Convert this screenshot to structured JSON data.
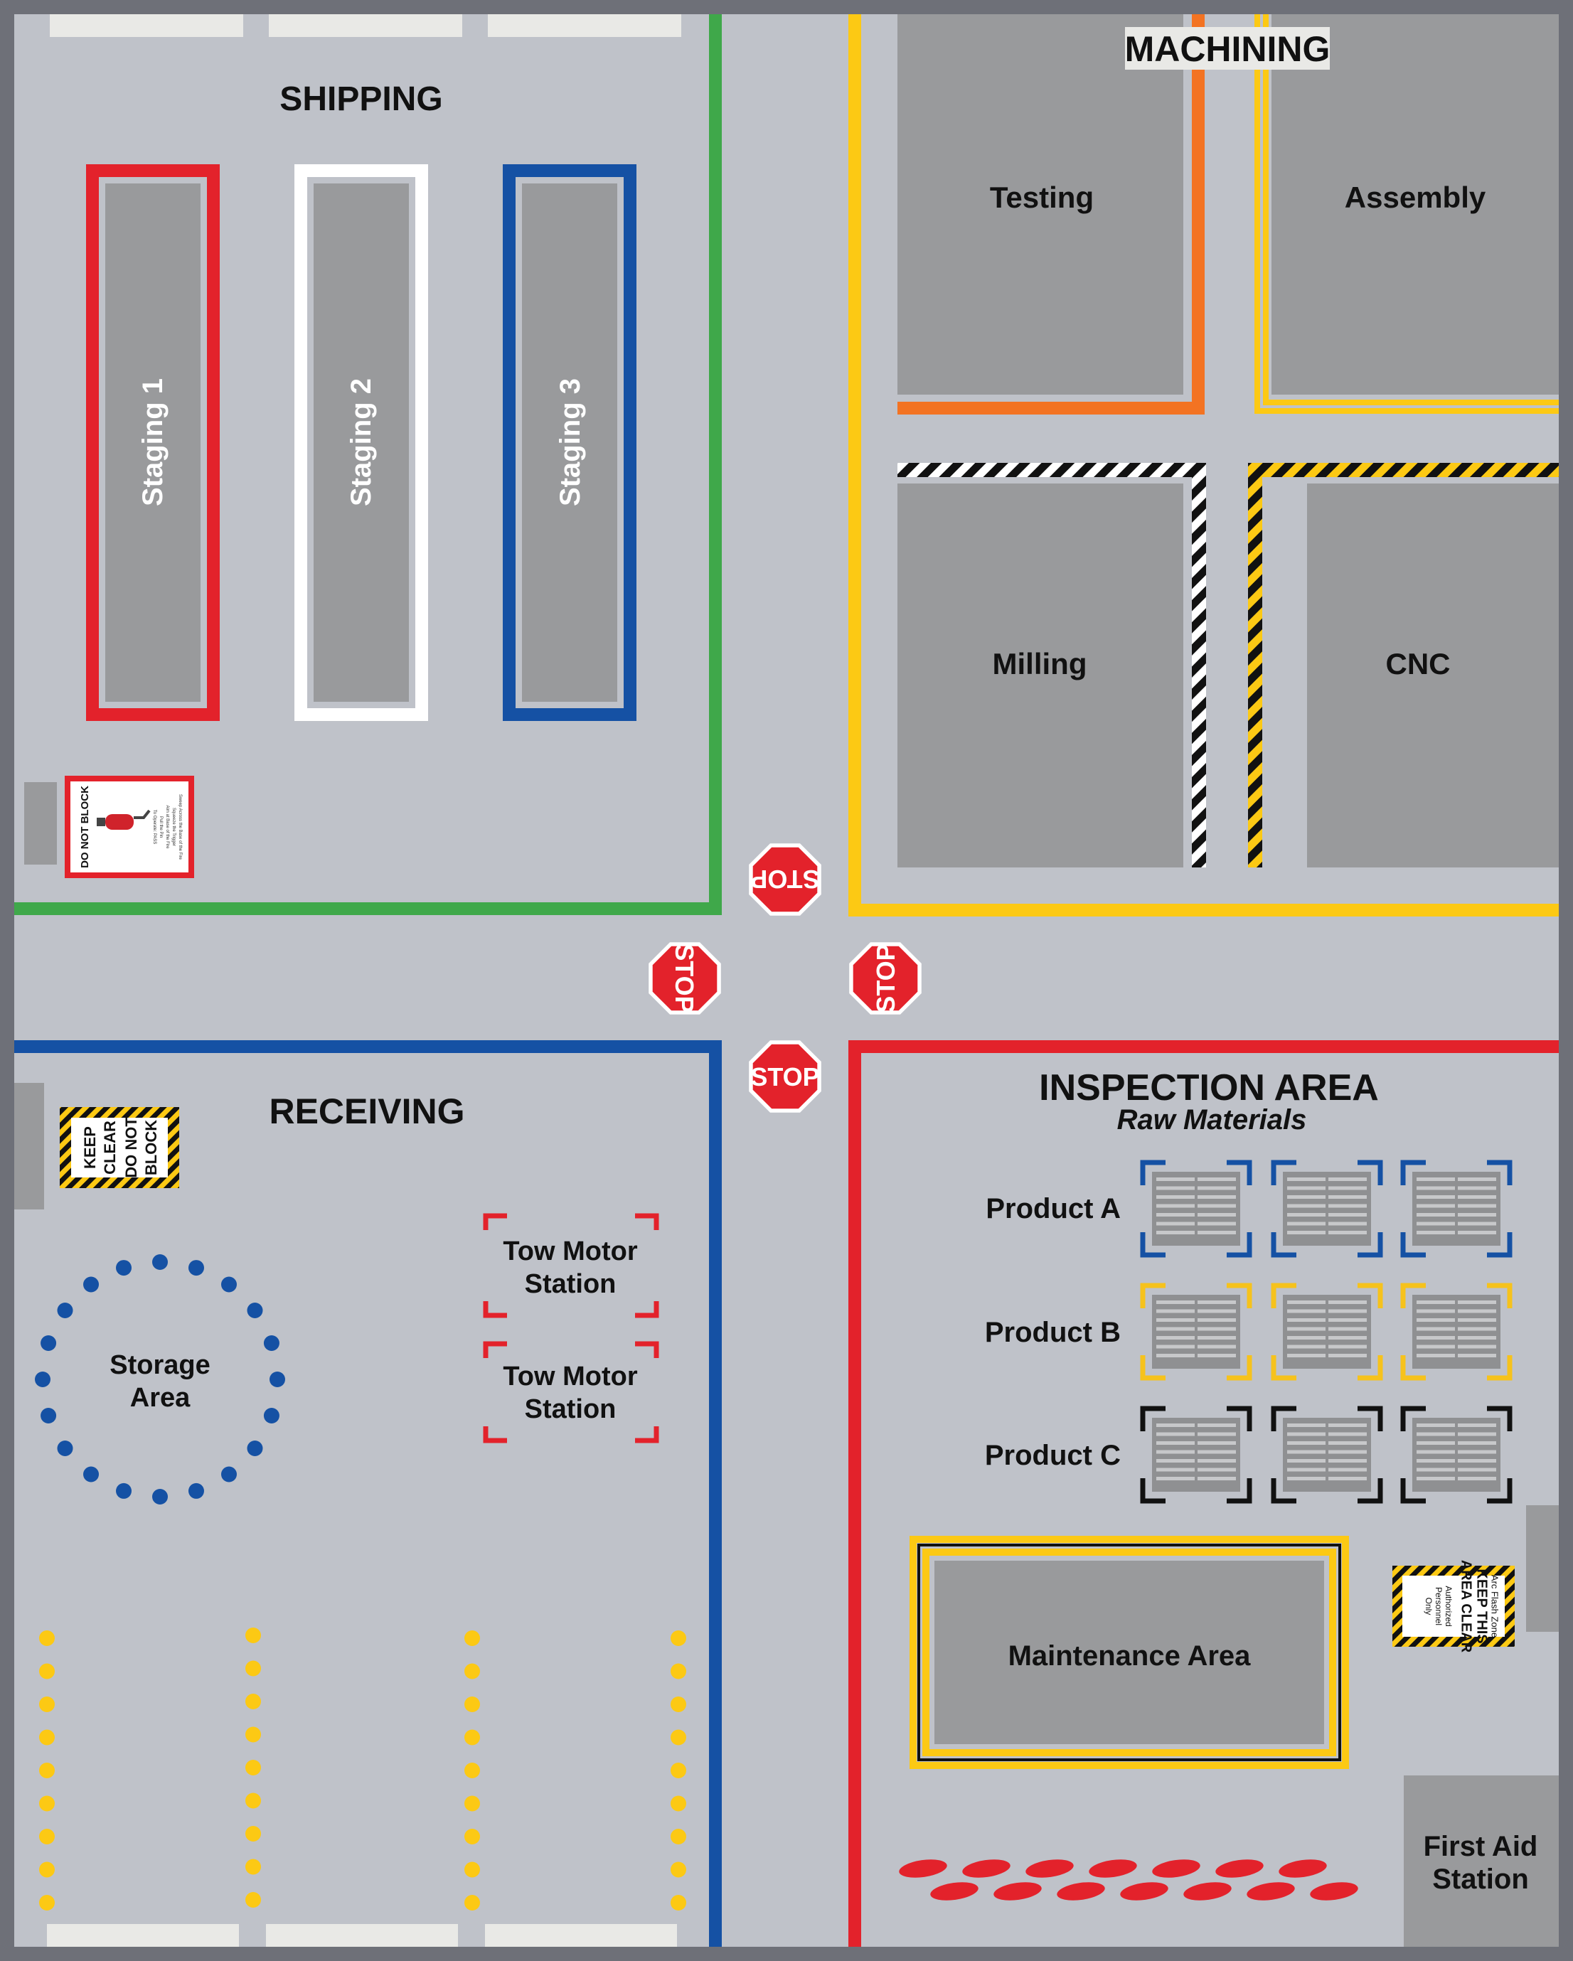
{
  "zones": {
    "shipping": "SHIPPING",
    "machining": "MACHINING",
    "receiving": "RECEIVING",
    "inspection": "INSPECTION AREA",
    "inspection_sub": "Raw Materials"
  },
  "staging": [
    "Staging 1",
    "Staging 2",
    "Staging 3"
  ],
  "machining_rooms": {
    "testing": "Testing",
    "assembly": "Assembly",
    "milling": "Milling",
    "cnc": "CNC"
  },
  "stop_label": "STOP",
  "extinguisher_sign": {
    "label": "DO NOT BLOCK",
    "fine_print": [
      "To Operate: PASS",
      "Pull the Pin",
      "Aim at Base of the Fire",
      "Squeeze the Trigger",
      "Sweep Across the Base of the Fire"
    ]
  },
  "keep_clear_sign": [
    "KEEP",
    "CLEAR",
    "DO NOT",
    "BLOCK"
  ],
  "tow_motor": [
    "Tow Motor",
    "Station"
  ],
  "storage": [
    "Storage",
    "Area"
  ],
  "products": [
    "Product A",
    "Product B",
    "Product C"
  ],
  "maintenance": "Maintenance Area",
  "arc_flash_sign": [
    "Arc Flash Zone",
    "KEEP THIS",
    "AREA CLEAR",
    "Authorized",
    "Personnel",
    "Only"
  ],
  "first_aid": [
    "First Aid",
    "Station"
  ],
  "colors": {
    "floor": "#bfc2c9",
    "pad": "#999a9c",
    "green": "#3fa84a",
    "yellow": "#fcc914",
    "orange": "#f37322",
    "red": "#e3222b",
    "blue": "#1551a4",
    "product_b": "#f6c21c"
  }
}
